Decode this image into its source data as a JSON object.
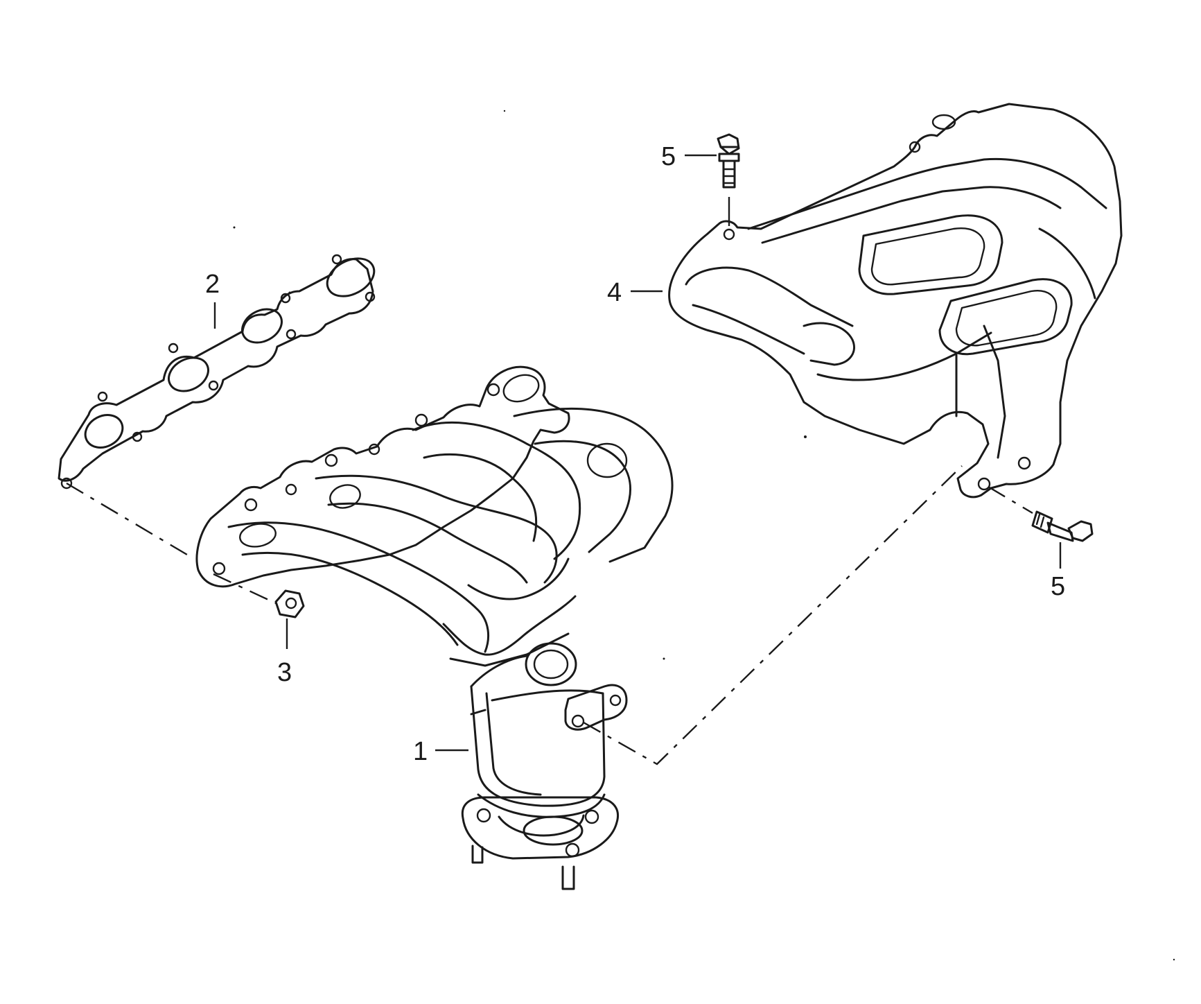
{
  "callouts": {
    "part1": "1",
    "part2": "2",
    "part3": "3",
    "part4": "4",
    "part5_top": "5",
    "part5_bottom": "5"
  }
}
